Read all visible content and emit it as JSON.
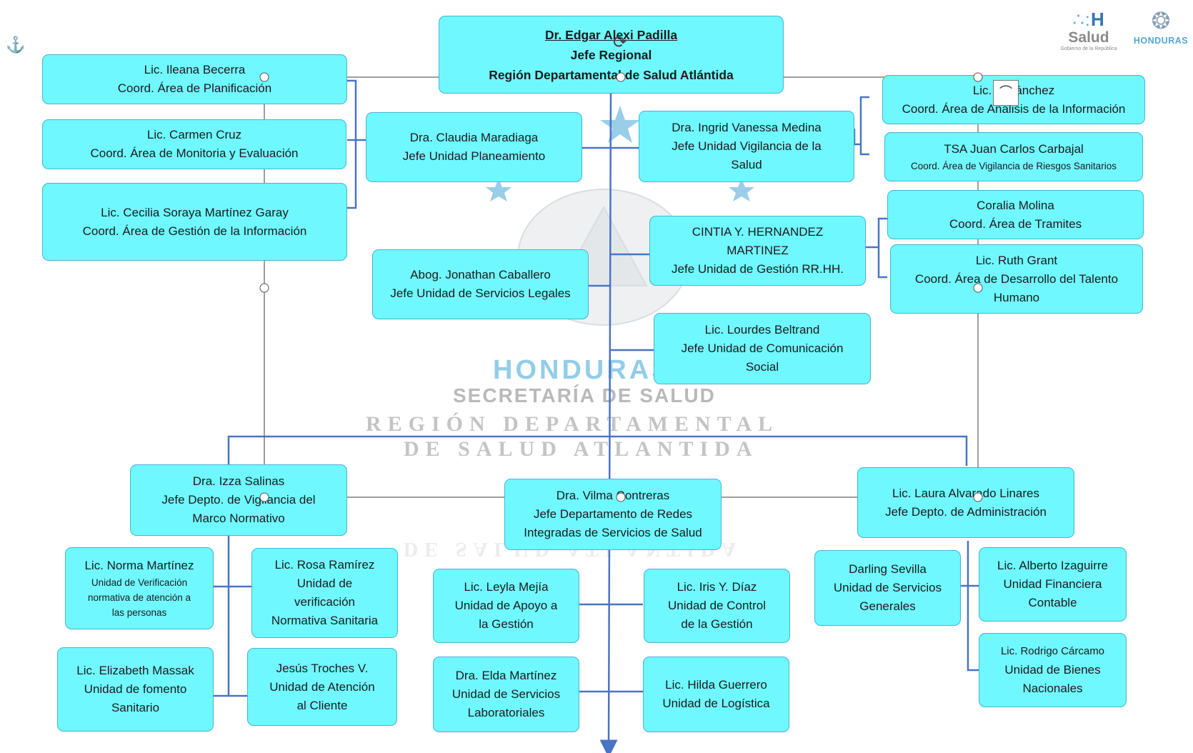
{
  "colors": {
    "box_fill": "#6ff8ff",
    "box_border": "#45b4d6",
    "connector": "#4a74c4",
    "selection": "#5e5e5e"
  },
  "icons": {
    "anchor": "anchor-icon",
    "rotate": "rotate-handle-icon",
    "layout_options": "layout-options-icon"
  },
  "logos": {
    "salud": {
      "name": "Salud",
      "tagline": "Gobierno de la República"
    },
    "honduras": {
      "name": "HONDURAS"
    }
  },
  "watermark": {
    "line1": "HONDURAS",
    "line2": "SECRETARÍA DE SALUD",
    "line3": "REGIÓN DEPARTAMENTAL",
    "line4": "DE SALUD ATLANTIDA"
  },
  "org": {
    "director": {
      "name": "Dr. Edgar Alexi Padilla",
      "role": "Jefe Regional",
      "area": "Región Departamental de Salud Atlántida"
    },
    "planeamiento": {
      "name": "Dra. Claudia Maradiaga",
      "role": "Jefe Unidad Planeamiento"
    },
    "planificacion": {
      "name": "Lic. Ileana Becerra",
      "role": "Coord. Área de Planificación"
    },
    "monitoria": {
      "name": "Lic. Carmen Cruz",
      "role": "Coord. Área de Monitoria y Evaluación"
    },
    "gestion_info": {
      "name": "Lic. Cecilia Soraya Martínez Garay",
      "role": "Coord. Área de Gestión de la Información"
    },
    "vigilancia": {
      "name": "Dra. Ingrid Vanessa Medina",
      "role": "Jefe Unidad Vigilancia de la",
      "role2": "Salud"
    },
    "analisis": {
      "name": "Lic. H        Sánchez",
      "role": "Coord. Área de Análisis de la Información"
    },
    "riesgos": {
      "name": "TSA Juan Carlos Carbajal",
      "role": "Coord. Área de Vigilancia de Riesgos Sanitarios"
    },
    "rrhh": {
      "name": "CINTIA Y. HERNANDEZ",
      "name2": "MARTINEZ",
      "role": "Jefe Unidad de Gestión RR.HH."
    },
    "tramites": {
      "name": "Coralia Molina",
      "role": "Coord. Área de Tramites"
    },
    "talento": {
      "name": "Lic. Ruth Grant",
      "role": "Coord. Área de Desarrollo del Talento",
      "role2": "Humano"
    },
    "legales": {
      "name": "Abog. Jonathan Caballero",
      "role": "Jefe Unidad de Servicios Legales"
    },
    "comunicacion": {
      "name": "Lic. Lourdes Beltrand",
      "role": "Jefe Unidad de Comunicación",
      "role2": "Social"
    },
    "marco": {
      "name": "Dra. Izza Salinas",
      "role": "Jefe Depto. de Vigilancia del",
      "role2": "Marco Normativo"
    },
    "redes": {
      "name": "Dra. Vilma Contreras",
      "role": "Jefe Departamento de Redes",
      "role2": "Integradas de Servicios de Salud"
    },
    "administracion": {
      "name": "Lic. Laura Alvarado Linares",
      "role": "Jefe Depto. de Administración"
    },
    "norma": {
      "name": "Lic. Norma Martínez",
      "role": "Unidad de Verificación",
      "role2": "normativa de atención a",
      "role3": "las personas"
    },
    "rosa": {
      "name": "Lic. Rosa Ramírez",
      "role": "Unidad de",
      "role2": "verificación",
      "role3": "Normativa Sanitaria"
    },
    "elizabeth": {
      "name": "Lic. Elizabeth Massak",
      "role": "Unidad de fomento",
      "role2": "Sanitario"
    },
    "jesus": {
      "name": "Jesús Troches V.",
      "role": "Unidad de Atención",
      "role2": "al Cliente"
    },
    "leyla": {
      "name": "Lic. Leyla Mejía",
      "role": "Unidad de Apoyo a",
      "role2": "la Gestión"
    },
    "iris": {
      "name": "Lic. Iris Y. Díaz",
      "role": "Unidad de Control",
      "role2": "de la Gestión"
    },
    "elda": {
      "name": "Dra. Elda Martínez",
      "role": "Unidad de Servicios",
      "role2": "Laboratoriales"
    },
    "hilda": {
      "name": "Lic. Hilda Guerrero",
      "role": "Unidad de Logística"
    },
    "darling": {
      "name": "Darling Sevilla",
      "role": "Unidad de Servicios",
      "role2": "Generales"
    },
    "alberto": {
      "name": "Lic. Alberto Izaguirre",
      "role": "Unidad Financiera",
      "role2": "Contable"
    },
    "rodrigo": {
      "name": "Lic. Rodrigo Cárcamo",
      "role": "Unidad de Bienes",
      "role2": "Nacionales"
    }
  }
}
